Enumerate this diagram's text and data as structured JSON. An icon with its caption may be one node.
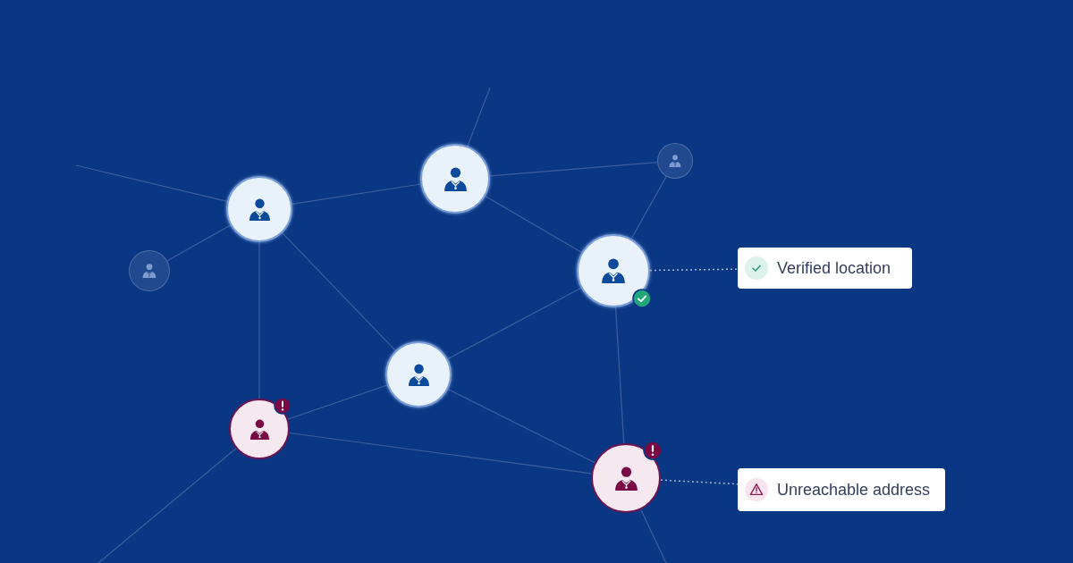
{
  "diagram": {
    "nodes": [
      {
        "text": [],
        "shape": "circle"
      },
      {
        "text": [],
        "shape": "circle"
      },
      {
        "text": [],
        "shape": "circle"
      },
      {
        "text": [],
        "shape": "circle"
      },
      {
        "text": [],
        "shape": "circle"
      },
      {
        "text": [
          "Verified location"
        ]
      },
      {
        "text": [],
        "shape": "circle"
      },
      {
        "text": [],
        "shape": "circle"
      },
      {
        "text": [],
        "shape": "circle"
      },
      {
        "text": [
          "Unreachable address"
        ]
      }
    ],
    "edges": [
      {
        "from": null,
        "to": 0,
        "arrow": "none"
      },
      {
        "from": 0,
        "to": 1,
        "arrow": "none"
      },
      {
        "from": null,
        "to": 1,
        "arrow": "none"
      },
      {
        "from": 1,
        "to": 2,
        "arrow": "none"
      },
      {
        "from": 3,
        "to": 0,
        "arrow": "none"
      },
      {
        "from": 0,
        "to": 6,
        "arrow": "none"
      },
      {
        "from": 0,
        "to": 7,
        "arrow": "none"
      },
      {
        "from": 1,
        "to": 4,
        "arrow": "none"
      },
      {
        "from": 2,
        "to": 4,
        "arrow": "none"
      },
      {
        "from": 4,
        "to": 5,
        "arrow": "none",
        "style": "dashed",
        "color": "#a3b9e0"
      },
      {
        "from": 4,
        "to": 6,
        "arrow": "none"
      },
      {
        "from": 4,
        "to": 8,
        "arrow": "none"
      },
      {
        "from": 6,
        "to": 7,
        "arrow": "none"
      },
      {
        "from": 6,
        "to": 8,
        "arrow": "none"
      },
      {
        "from": 7,
        "to": 8,
        "arrow": "none"
      },
      {
        "from": 7,
        "to": null,
        "arrow": "none"
      },
      {
        "from": 8,
        "to": null,
        "arrow": "none"
      },
      {
        "from": 8,
        "to": 9,
        "arrow": "none",
        "style": "dashed",
        "color": "#a3b9e0"
      }
    ]
  }
}
